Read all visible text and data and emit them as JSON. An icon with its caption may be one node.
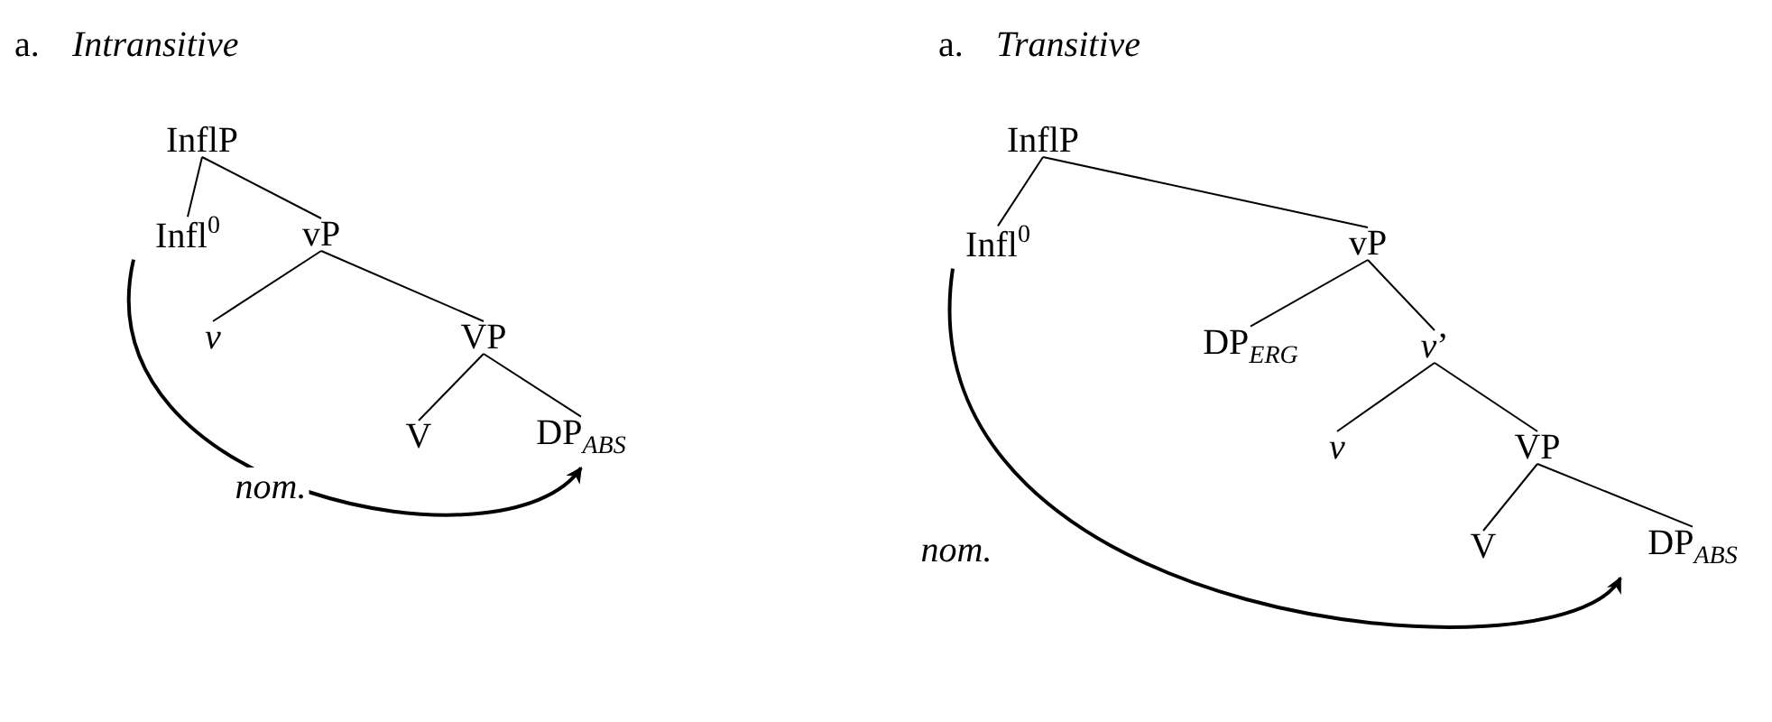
{
  "diagram": {
    "nodes": [
      {
        "text": [
          "InflP"
        ]
      },
      {
        "text": [
          "Infl$^{0}$"
        ]
      },
      {
        "text": [
          "vP"
        ]
      },
      {
        "text": [
          "*v*"
        ]
      },
      {
        "text": [
          "VP"
        ]
      },
      {
        "text": [
          "V"
        ]
      },
      {
        "text": [
          "DP$_{ABS}$"
        ]
      },
      {
        "text": [
          "InflP"
        ]
      },
      {
        "text": [
          "Infl$^{0}$"
        ]
      },
      {
        "text": [
          "vP"
        ]
      },
      {
        "text": [
          "DP$_{ERG}$"
        ]
      },
      {
        "text": [
          "*v*’"
        ]
      },
      {
        "text": [
          "*v*"
        ]
      },
      {
        "text": [
          "VP"
        ]
      },
      {
        "text": [
          "V"
        ]
      },
      {
        "text": [
          "DP$_{ABS}$"
        ]
      }
    ],
    "edges": [
      {
        "from": 0,
        "to": 1,
        "arrow": "none"
      },
      {
        "from": 0,
        "to": 2,
        "arrow": "none"
      },
      {
        "from": 2,
        "to": 3,
        "arrow": "none"
      },
      {
        "from": 2,
        "to": 4,
        "arrow": "none"
      },
      {
        "from": 4,
        "to": 5,
        "arrow": "none"
      },
      {
        "from": 4,
        "to": 6,
        "arrow": "none"
      },
      {
        "from": 1,
        "to": 6,
        "arrow": "to",
        "label": "nom."
      },
      {
        "from": 7,
        "to": 8,
        "arrow": "none"
      },
      {
        "from": 7,
        "to": 9,
        "arrow": "none"
      },
      {
        "from": 9,
        "to": 10,
        "arrow": "none"
      },
      {
        "from": 9,
        "to": 11,
        "arrow": "none"
      },
      {
        "from": 11,
        "to": 12,
        "arrow": "none"
      },
      {
        "from": 11,
        "to": 13,
        "arrow": "none"
      },
      {
        "from": 13,
        "to": 14,
        "arrow": "none"
      },
      {
        "from": 13,
        "to": 15,
        "arrow": "none"
      },
      {
        "from": 8,
        "to": 15,
        "arrow": "to",
        "label": "nom."
      }
    ],
    "labels": [
      "a.",
      "Intransitive",
      "a.",
      "Transitive"
    ]
  }
}
